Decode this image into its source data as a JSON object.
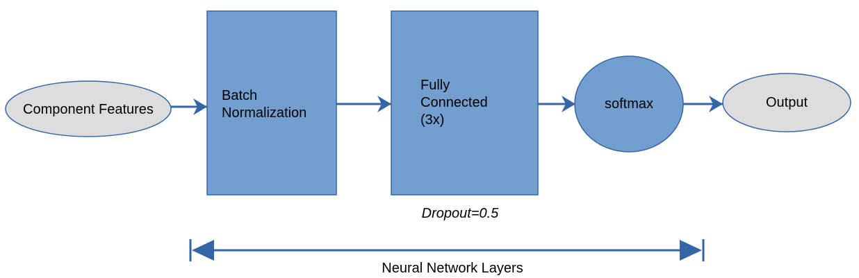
{
  "colors": {
    "input_fill": "#dddddd",
    "input_stroke": "#3465a4",
    "block_fill": "#729fcf",
    "block_stroke": "#3465a4",
    "arrow": "#3465a4"
  },
  "nodes": {
    "input": {
      "label": "Component Features"
    },
    "batch_norm": {
      "line1": "Batch",
      "line2": "Normalization"
    },
    "fully_connected": {
      "line1": "Fully",
      "line2": "Connected",
      "line3": "(3x)"
    },
    "softmax": {
      "label": "softmax"
    },
    "output": {
      "label": "Output"
    }
  },
  "annotations": {
    "dropout": "Dropout=0.5",
    "span_label": "Neural Network Layers"
  }
}
